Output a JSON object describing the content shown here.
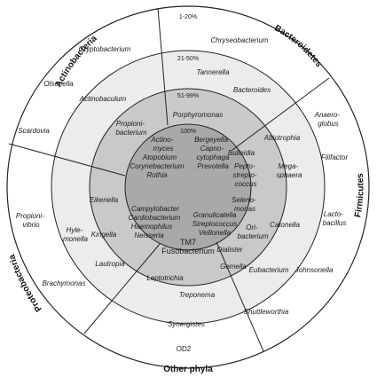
{
  "colors": {
    "ring_outer": "#ffffff",
    "ring_21_50": "#ececec",
    "ring_51_99": "#c9c9c9",
    "core_100": "#a9a9a9",
    "stroke": "#222222",
    "text": "#1a1a1a"
  },
  "rings": {
    "r1_20": "1-20%",
    "r21_50": "21-50%",
    "r51_99": "51-99%",
    "r100": "100%"
  },
  "phyla": {
    "actinobacteria": "Actinobacteria",
    "bacteroidetes": "Bacteroidetes",
    "firmicutes": "Firmicutes",
    "proteobacteria": "Proteobacteria",
    "other": "Other phyla"
  },
  "genera": {
    "cryptobacterium": "Cryptobacterium",
    "olsenella": "Olsenella",
    "scardovia": "Scardovia",
    "actinobaculum": "Actinobaculum",
    "propionibacterium_1": "Propioni-",
    "propionibacterium_2": "bacterium",
    "actinomyces_1": "Actino-",
    "actinomyces_2": "myces",
    "atopobium": "Atopobium",
    "corynebacterium": "Corynebacterium",
    "rothia": "Rothia",
    "chryseobacterium": "Chryseobacterium",
    "tannerella": "Tannerella",
    "bacteroides": "Bacteroides",
    "porphyromonas": "Porphyromonas",
    "bergeyella": "Bergeyella",
    "capnocytophaga_1": "Capno-",
    "capnocytophaga_2": "cytophaga",
    "prevotella": "Prevotella",
    "anaeroglobus_1": "Anaero-",
    "anaeroglobus_2": "globus",
    "filifactor": "Filifactor",
    "lactobacillus_1": "Lacto-",
    "lactobacillus_2": "bacillus",
    "johnsonella": "Johnsonella",
    "abiotrophia": "Abiotrophia",
    "megasphaera_1": "Mega-",
    "megasphaera_2": "sphaera",
    "catonella": "Catonella",
    "eubacterium": "Eubacterium",
    "bulleidia": "Bulleidia",
    "peptostreptococcus_1": "Pepto-",
    "peptostreptococcus_2": "strepto-",
    "peptostreptococcus_3": "coccus",
    "selenomonas_1": "Seleno-",
    "selenomonas_2": "monas",
    "oribacterium_1": "Ori-",
    "oribacterium_2": "bacterium",
    "dialister": "Dialister",
    "gemella": "Gemella",
    "granulicatella": "Granulicatella",
    "streptococcus": "Streptococcus",
    "veillonella": "Veillonella",
    "propionivibrio_1": "Propioni-",
    "propionivibrio_2": "vibrio",
    "brachymonas": "Brachymonas",
    "hylemonella_1": "Hyle-",
    "hylemonella_2": "monella",
    "eikenella": "Eikenella",
    "kingella": "Kingella",
    "lautropia": "Lautropia",
    "campylobacter": "Campylobacter",
    "cardiobacterium": "Cardiobacterium",
    "haemophilus": "Haemophilus",
    "neisseria": "Neisseria",
    "leptotrichia": "Leptotrichia",
    "treponema": "Treponema",
    "synergistes": "Synergistes",
    "shuttleworthia": "Shuttleworthia",
    "od2": "OD2",
    "tm7": "TM7",
    "fusobacterium": "Fusobacterium"
  }
}
